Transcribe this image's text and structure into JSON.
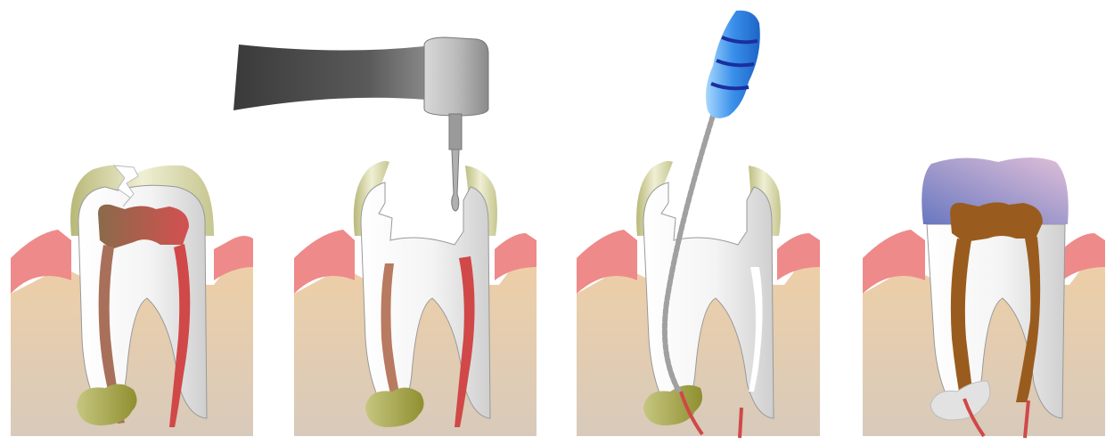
{
  "diagram": {
    "panels": [
      {
        "name": "infected-tooth",
        "tool": "none"
      },
      {
        "name": "drilled-tooth",
        "tool": "dental-drill-handpiece"
      },
      {
        "name": "filed-tooth",
        "tool": "endodontic-file"
      },
      {
        "name": "crowned-tooth",
        "tool": "none"
      }
    ],
    "colors": {
      "gum": "#ef8a8a",
      "bone_top": "#eecfa6",
      "bone_bottom": "#d8c8b6",
      "enamel": "#c9c98c",
      "dentin": "#eeeeee",
      "pulp_infected": "#c04848",
      "filling": "#9a5c1e",
      "crown_blue": "#7080c8",
      "crown_pink": "#d6b6d6",
      "abscess": "#a8a84a",
      "drill_dark": "#444444",
      "file_handle": "#3a8fe8",
      "file_ring": "#1a2fa0",
      "file_shaft": "#9a9a9a"
    },
    "icons": [
      "dental-drill-icon",
      "endodontic-file-icon",
      "crack-icon"
    ]
  }
}
